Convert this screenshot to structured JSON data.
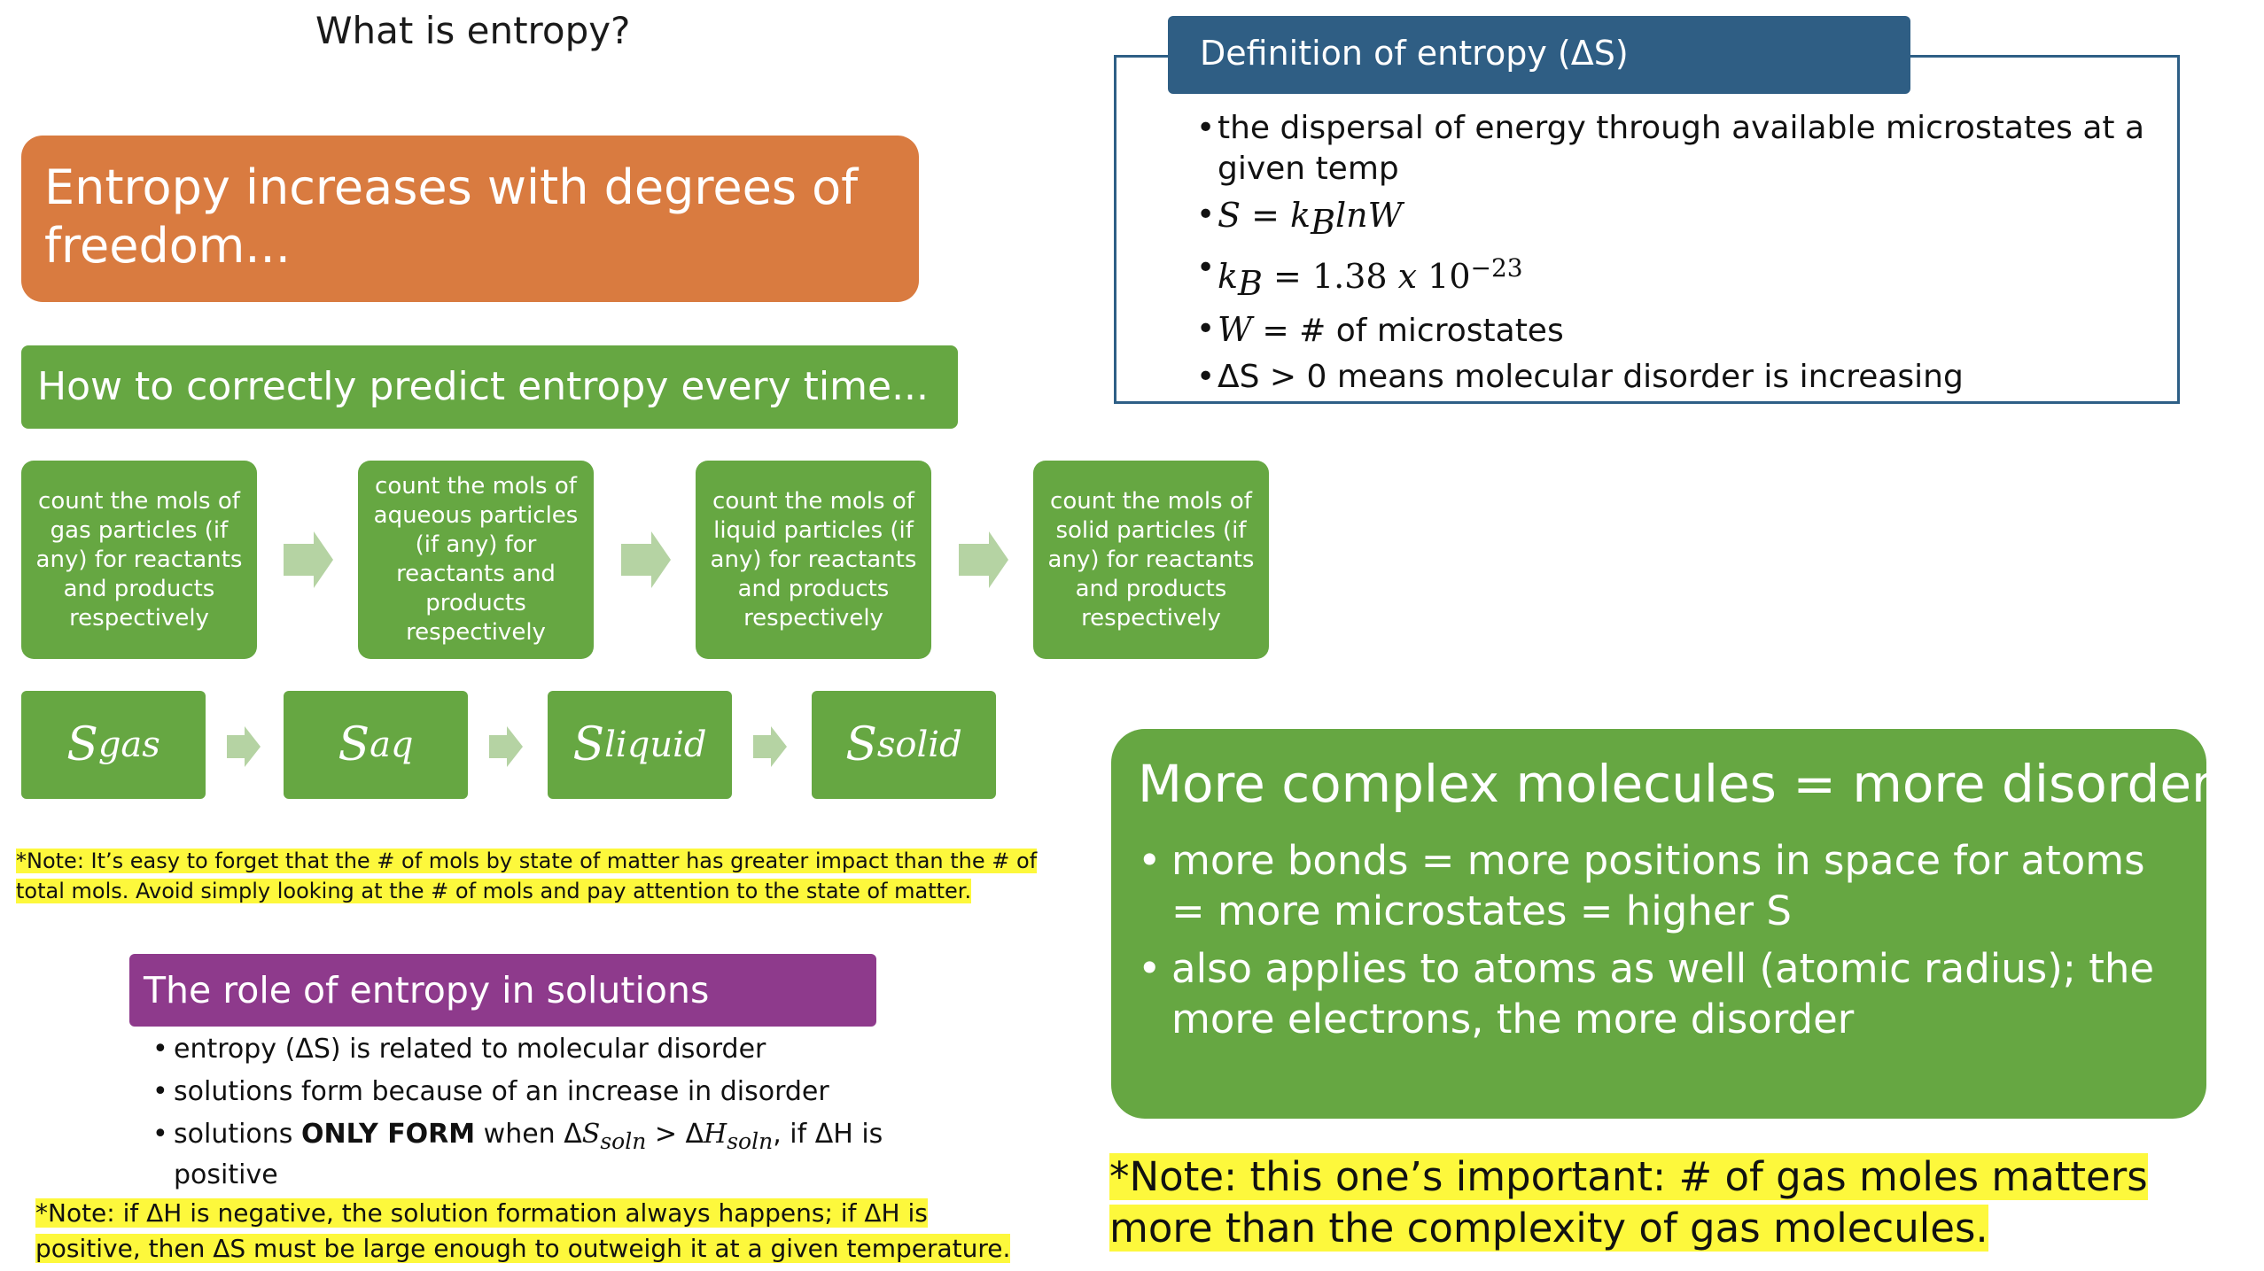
{
  "page_title": "What is entropy?",
  "banner": {
    "text": "Entropy increases with degrees of freedom..."
  },
  "predict_header": "How to correctly predict entropy every time...",
  "steps": [
    "count the mols of gas particles (if any) for reactants and products respectively",
    "count the mols of aqueous particles (if any) for reactants and products respectively",
    "count the mols of liquid particles (if any) for reactants and products respectively",
    "count the mols of solid particles (if any) for reactants and products respectively"
  ],
  "entropy_order": [
    {
      "symbol": "S",
      "sub": "gas"
    },
    {
      "symbol": "S",
      "sub": "aq"
    },
    {
      "symbol": "S",
      "sub": "liquid"
    },
    {
      "symbol": "S",
      "sub": "solid"
    }
  ],
  "note_state_of_matter": "*Note: It’s easy to forget that the # of mols by state of matter has greater impact than the # of total mols. Avoid simply looking at the # of mols and pay attention to the state of matter.",
  "solutions": {
    "header": "The role of entropy in solutions",
    "items": [
      "entropy (ΔS) is related to molecular disorder",
      "solutions form because of an increase in disorder"
    ],
    "item3": {
      "prefix": "solutions ",
      "bold": "ONLY FORM",
      "middle": " when Δ",
      "s_symbol": "S",
      "s_sub": "soln",
      "gt": " > Δ",
      "h_symbol": "H",
      "h_sub": "soln",
      "suffix": ", if ΔH is positive"
    },
    "note": "*Note: if ΔH is negative, the solution formation always happens; if ΔH is positive, then ΔS must be large enough to outweigh it at a given temperature."
  },
  "definition": {
    "header": "Definition of entropy (ΔS)",
    "item1": "the dispersal of energy through available microstates at a given temp",
    "formula_s": {
      "lhs": "S",
      "eq": " = ",
      "k": "k",
      "k_sub": "B",
      "rest": "lnW"
    },
    "formula_k": {
      "k": "k",
      "k_sub": "B",
      "eq": " = 1.38 ",
      "x": "x",
      "ten": " 10",
      "exp": "−23"
    },
    "formula_w": {
      "w": "W",
      "rest": " = # of microstates"
    },
    "item5": "ΔS > 0 means molecular disorder is increasing"
  },
  "complex": {
    "title": "More complex molecules = more disorder",
    "items": [
      "more bonds = more positions in space for atoms = more microstates = higher S",
      "also applies to atoms as well (atomic radius); the more electrons, the more disorder"
    ]
  },
  "note_gas_moles": "*Note: this one’s important: # of gas moles matters more than the complexity of gas molecules.",
  "colors": {
    "orange": "#d97b40",
    "green": "#66a742",
    "purple": "#8e3a8c",
    "navy": "#2f5e84",
    "highlight": "#fdf83c",
    "arrow": "#b5d3a3"
  }
}
